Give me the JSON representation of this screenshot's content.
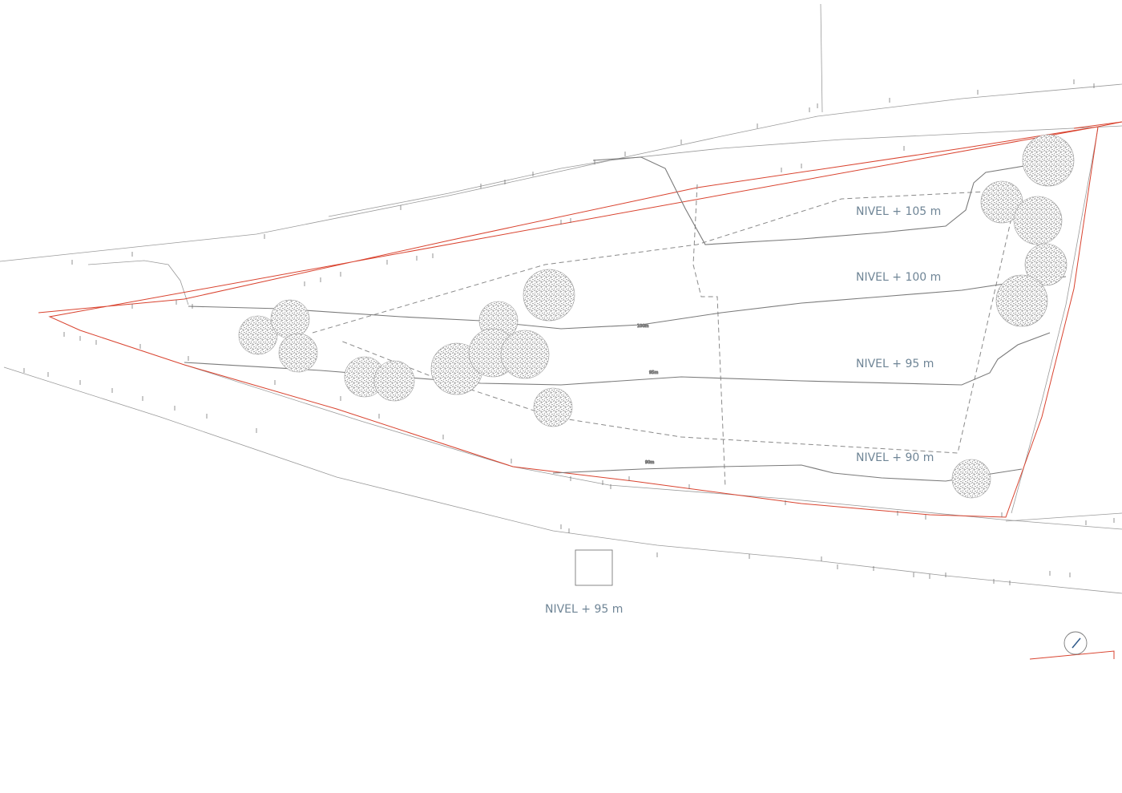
{
  "plan": {
    "level_labels": [
      {
        "id": "nivel-105",
        "text": "NIVEL + 105 m"
      },
      {
        "id": "nivel-100",
        "text": "NIVEL + 100 m"
      },
      {
        "id": "nivel-95",
        "text": "NIVEL + 95 m"
      },
      {
        "id": "nivel-90",
        "text": "NIVEL + 90 m"
      },
      {
        "id": "nivel-95-lower",
        "text": "NIVEL + 95 m"
      }
    ],
    "colors": {
      "boundary": "#d9432f",
      "contour": "#7a7a7a",
      "road": "#9a9a9a",
      "dashed": "#8a8a8a",
      "label": "#6f8596",
      "tree": "#8a8a8a"
    }
  }
}
